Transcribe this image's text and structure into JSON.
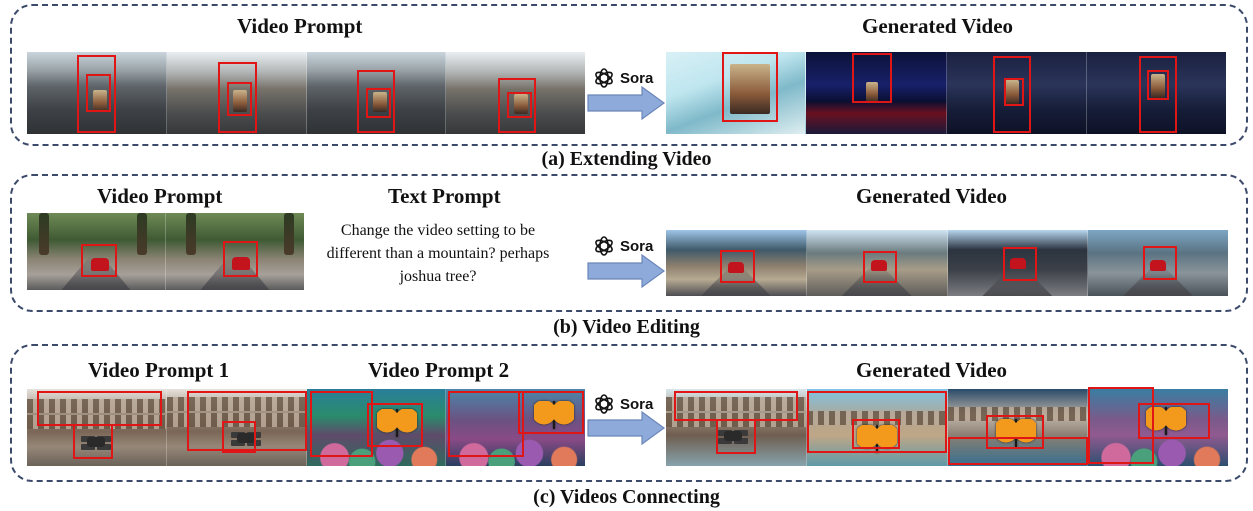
{
  "sections": {
    "a": {
      "caption": "(a) Extending Video",
      "left_title": "Video Prompt",
      "right_title": "Generated Video"
    },
    "b": {
      "caption": "(b) Video Editing",
      "left_title": "Video Prompt",
      "text_prompt_title": "Text Prompt",
      "text_prompt_body": "Change the video setting to be different than a mountain? perhaps joshua tree?",
      "right_title": "Generated Video"
    },
    "c": {
      "caption": "(c) Videos Connecting",
      "left_title_1": "Video Prompt 1",
      "left_title_2": "Video Prompt 2",
      "right_title": "Generated Video"
    }
  },
  "model": {
    "name": "Sora",
    "icon": "openai-logo-icon"
  },
  "colors": {
    "panel_border": "#3b4a6b",
    "bbox": "#e01515",
    "arrow_fill": "#8eaadb",
    "arrow_stroke": "#6b86b8"
  }
}
